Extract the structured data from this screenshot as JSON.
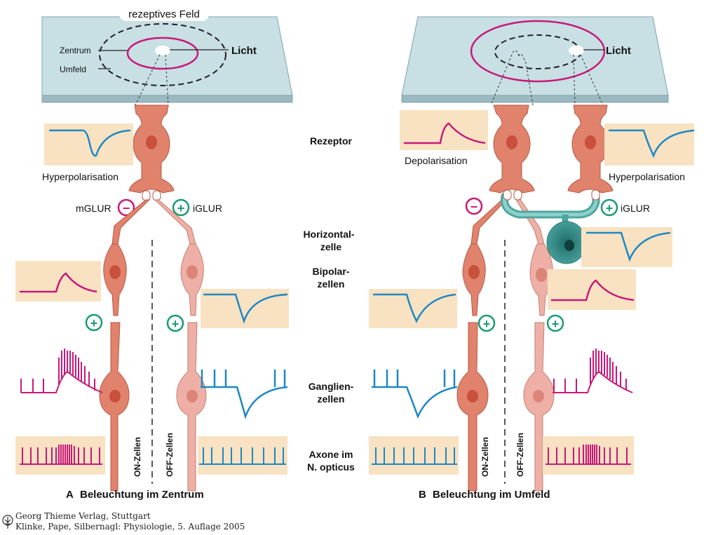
{
  "colors": {
    "retina": "#c8dfe4",
    "receptor": "#e1826c",
    "off_cell": "#eeb0a6",
    "horizontal": "#5fb2ad",
    "panel": "#f8e2c2",
    "magenta": "#c8197a",
    "blue": "#1e88c4",
    "green": "#1a9a78"
  },
  "panelA": {
    "field_title": "rezeptives Feld",
    "center": "Zentrum",
    "surround": "Umfeld",
    "light": "Licht",
    "hyper": "Hyperpolarisation",
    "mglur": "mGLUR",
    "iglur": "iGLUR",
    "on_cells": "ON-Zellen",
    "off_cells": "OFF-Zellen",
    "caption_letter": "A",
    "caption": "Beleuchtung im Zentrum"
  },
  "panelB": {
    "light": "Licht",
    "depol": "Depolarisation",
    "hyper": "Hyperpolarisation",
    "iglur": "iGLUR",
    "on_cells": "ON-Zellen",
    "off_cells": "OFF-Zellen",
    "caption_letter": "B",
    "caption": "Beleuchtung im Umfeld"
  },
  "middle": {
    "receptor": "Rezeptor",
    "horizontal_1": "Horizontal-",
    "horizontal_2": "zelle",
    "bipolar_1": "Bipolar-",
    "bipolar_2": "zellen",
    "ganglion_1": "Ganglien-",
    "ganglion_2": "zellen",
    "axon_1": "Axone im",
    "axon_2": "N. opticus"
  },
  "signs": {
    "minus": "−",
    "plus": "+"
  },
  "credit": {
    "line1": "Georg Thieme Verlag, Stuttgart",
    "line2": "Klinke, Pape, Silbernagl: Physiologie, 5. Auflage 2005"
  }
}
